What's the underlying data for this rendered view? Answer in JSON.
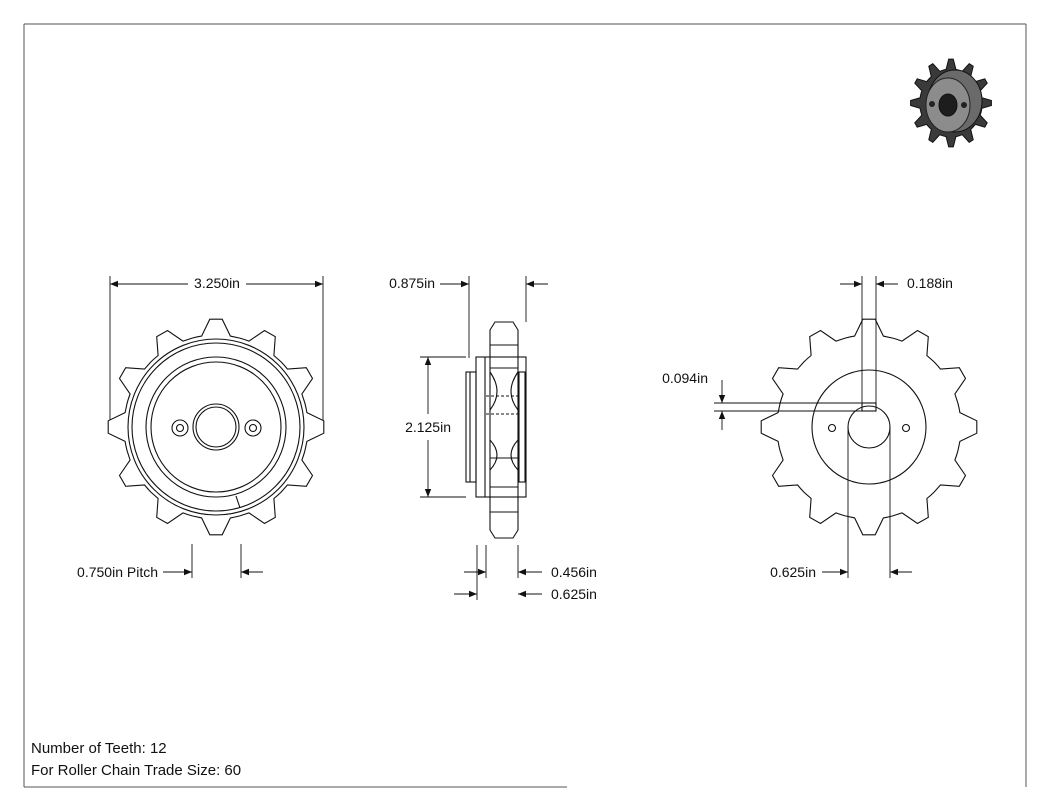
{
  "dimensions": {
    "outer_diameter": "3.250in",
    "hub_width": "0.875in",
    "hub_diameter": "2.125in",
    "pitch": "0.750in Pitch",
    "tooth_width": "0.456in",
    "overall_width": "0.625in",
    "bore": "0.625in",
    "keyway_width": "0.188in",
    "keyway_depth": "0.094in"
  },
  "notes": {
    "teeth": "Number of Teeth: 12",
    "chain": "For Roller Chain Trade Size: 60"
  },
  "drawing": {
    "teeth_count": 12
  }
}
